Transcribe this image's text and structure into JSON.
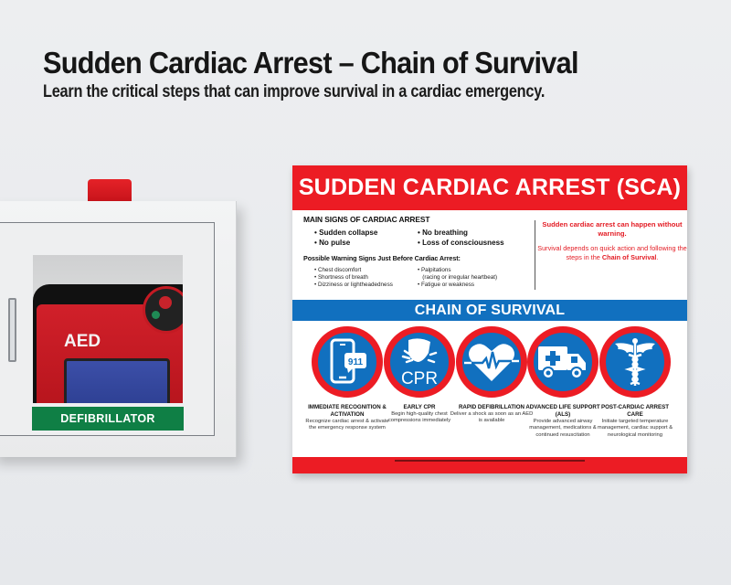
{
  "header": {
    "title": "Sudden Cardiac Arrest – Chain of Survival",
    "subtitle": "Learn the critical steps that can improve survival in a cardiac emergency."
  },
  "cabinet": {
    "device_label": "AED",
    "sign_label": "DEFIBRILLATOR",
    "colors": {
      "sign": "#0f7f45",
      "device": "#c8141b",
      "beacon": "#e52228"
    }
  },
  "poster": {
    "title": "SUDDEN CARDIAC ARREST (SCA)",
    "main_signs_heading": "MAIN SIGNS OF CARDIAC ARREST",
    "main_signs": [
      "• Sudden collapse",
      "• No breathing",
      "• No pulse",
      "• Loss of consciousness"
    ],
    "warning_heading": "Possible Warning Signs Just Before Cardiac Arrest:",
    "warning_signs": [
      "• Chest discomfort",
      "• Palpitations",
      "• Shortness of breath",
      "   (racing or irregular heartbeat)",
      "• Dizziness or lightheadedness",
      "• Fatigue or weakness"
    ],
    "callout": {
      "line1": "Sudden cardiac arrest can happen without warning.",
      "line2": "Survival depends on quick action and following the steps in the",
      "line2_bold": "Chain of Survival",
      "line2_end": "."
    },
    "chain_title": "CHAIN OF SURVIVAL",
    "steps": [
      {
        "icon": "phone-911-icon",
        "icon_text": "911",
        "title": "IMMEDIATE RECOGNITION & ACTIVATION",
        "desc": "Recognize cardiac arrest & activate the emergency response system"
      },
      {
        "icon": "cpr-hands-icon",
        "icon_text": "CPR",
        "title": "EARLY CPR",
        "desc": "Begin high-quality chest compressions immediately"
      },
      {
        "icon": "heart-ecg-icon",
        "title": "RAPID DEFIBRILLATION",
        "desc": "Deliver a shock as soon as an AED is available"
      },
      {
        "icon": "ambulance-icon",
        "title": "ADVANCED LIFE SUPPORT (ALS)",
        "desc": "Provide advanced airway management, medications & continued resuscitation"
      },
      {
        "icon": "caduceus-icon",
        "title": "POST-CARDIAC ARREST CARE",
        "desc": "Initiate targeted temperature management, cardiac support & neurological monitoring"
      }
    ],
    "colors": {
      "red": "#ec1c24",
      "blue": "#1170bf"
    }
  }
}
